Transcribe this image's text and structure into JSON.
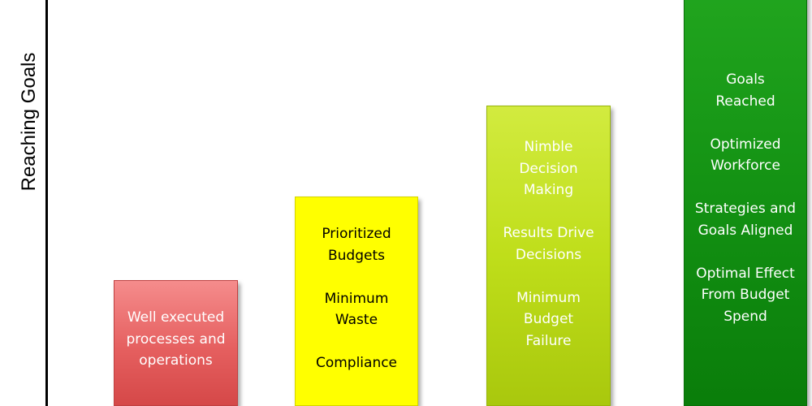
{
  "axis": {
    "y_label": "Reaching Goals"
  },
  "bars": [
    {
      "lines": [
        "Well executed",
        "processes and",
        "operations"
      ]
    },
    {
      "lines": [
        "Prioritized",
        "Budgets",
        "",
        "Minimum",
        "Waste",
        "",
        "Compliance"
      ]
    },
    {
      "lines": [
        "Nimble",
        "Decision",
        "Making",
        "",
        "Results Drive",
        "Decisions",
        "",
        "Minimum",
        "Budget",
        "Failure"
      ]
    },
    {
      "lines": [
        "Goals",
        "Reached",
        "",
        "Optimized",
        "Workforce",
        "",
        "Strategies and",
        "Goals Aligned",
        "",
        "Optimal Effect",
        "From Budget",
        "Spend"
      ]
    }
  ],
  "colors": {
    "bar_1": "#e55f5f",
    "bar_2": "#ffff00",
    "bar_3": "#bfde1a",
    "bar_4": "#139113",
    "axis": "#000000"
  }
}
